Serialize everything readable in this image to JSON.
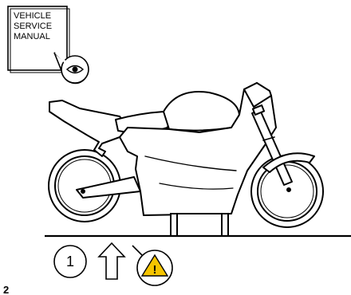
{
  "manual_box": {
    "lines": [
      "VEHICLE",
      "SERVICE",
      "MANUAL"
    ]
  },
  "step_badge": {
    "number": "1"
  },
  "warning": {
    "mark": "!",
    "color": "#f5c400"
  },
  "figure_number": "2"
}
